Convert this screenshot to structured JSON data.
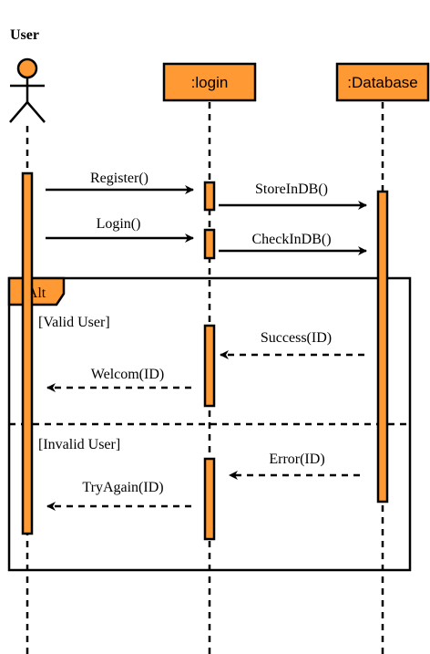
{
  "colors": {
    "fill": "#ff9933",
    "stroke": "#000000",
    "text": "#000000",
    "background": "#ffffff"
  },
  "actor": {
    "label": "User",
    "icon": "stick-figure-icon"
  },
  "participants": {
    "login": ":login",
    "database": ":Database"
  },
  "fragment": {
    "operator": "Alt",
    "guard_valid": "[Valid User]",
    "guard_invalid": "[Invalid User]"
  },
  "messages": {
    "register": "Register()",
    "store": "StoreInDB()",
    "login": "Login()",
    "check": "CheckInDB()",
    "success": "Success(ID)",
    "welcome": "Welcom(ID)",
    "error": "Error(ID)",
    "try_again": "TryAgain(ID)"
  }
}
